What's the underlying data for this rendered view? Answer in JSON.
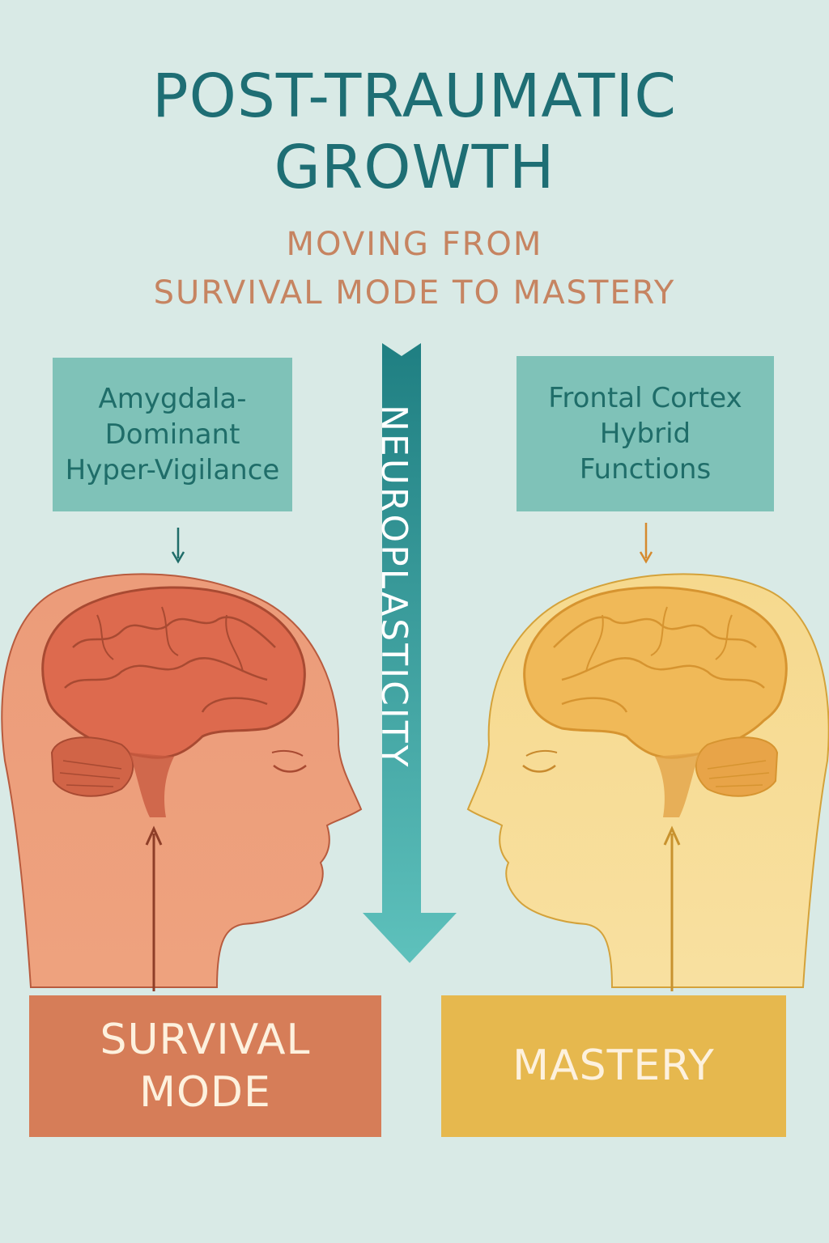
{
  "title": {
    "line1": "POST-TRAUMATIC",
    "line2": "GROWTH"
  },
  "subtitle": {
    "line1": "MOVING FROM",
    "line2": "SURVIVAL MODE TO MASTERY"
  },
  "left": {
    "label_lines": [
      "Amygdala-",
      "Dominant",
      "Hyper-Vigilance"
    ],
    "mode_lines": [
      "SURVIVAL",
      "MODE"
    ]
  },
  "right": {
    "label_lines": [
      "Frontal Cortex",
      "Hybrid",
      "Functions"
    ],
    "mode_lines": [
      "MASTERY"
    ]
  },
  "center_arrow_label": "NEUROPLASTICITY",
  "colors": {
    "background": "#d9eae6",
    "title": "#1e6e74",
    "subtitle": "#c68461",
    "label_box": "#7fc2b8",
    "survival": "#d67d58",
    "mastery": "#e6b84e",
    "arrow": "#2f9c9a"
  }
}
